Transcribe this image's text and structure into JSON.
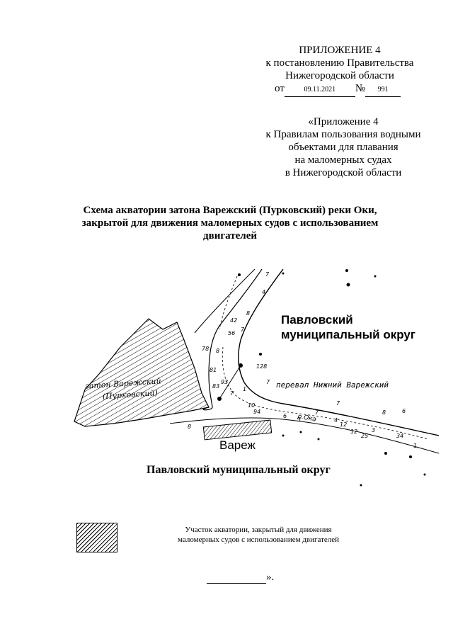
{
  "header": {
    "appendix": "ПРИЛОЖЕНИЕ 4",
    "line2": "к постановлению Правительства",
    "line3": "Нижегородской области",
    "date_prefix": "от",
    "date": "09.11.2021",
    "number_prefix": "№",
    "number": "991"
  },
  "quote_block": {
    "line1": "«Приложение 4",
    "line2": "к Правилам пользования водными",
    "line3": "объектами для плавания",
    "line4": "на маломерных судах",
    "line5": "в Нижегородской области"
  },
  "title": {
    "line1": "Схема акватории затона Варежский (Пурковский) реки Оки,",
    "line2": "закрытой для движения маломерных судов с использованием",
    "line3": "двигателей"
  },
  "map": {
    "district_top_line1": "Павловский",
    "district_top_line2": "муниципальный округ",
    "district_bottom": "Павловский муниципальный округ",
    "zaton_line1": "затон Варежский",
    "zaton_line2": "(Пурковский)",
    "pass_label": "перевал Нижний Варежский",
    "river_label": "р.Ока",
    "village_label": "Вареж",
    "depths": [
      "7",
      "4",
      "8",
      "42",
      "56",
      "7",
      "78",
      "8",
      "81",
      "83",
      "7",
      "93",
      "128",
      "7",
      "1",
      "10",
      "94",
      "8",
      "6",
      "3",
      "7",
      "12",
      "4",
      "12",
      "25",
      "3",
      "34",
      "6",
      "7",
      "8",
      "1"
    ]
  },
  "legend": {
    "text_line1": "Участок акватории, закрытый для движения",
    "text_line2": "маломерных судов с использованием двигателей"
  },
  "footer": {
    "closing": "»."
  }
}
